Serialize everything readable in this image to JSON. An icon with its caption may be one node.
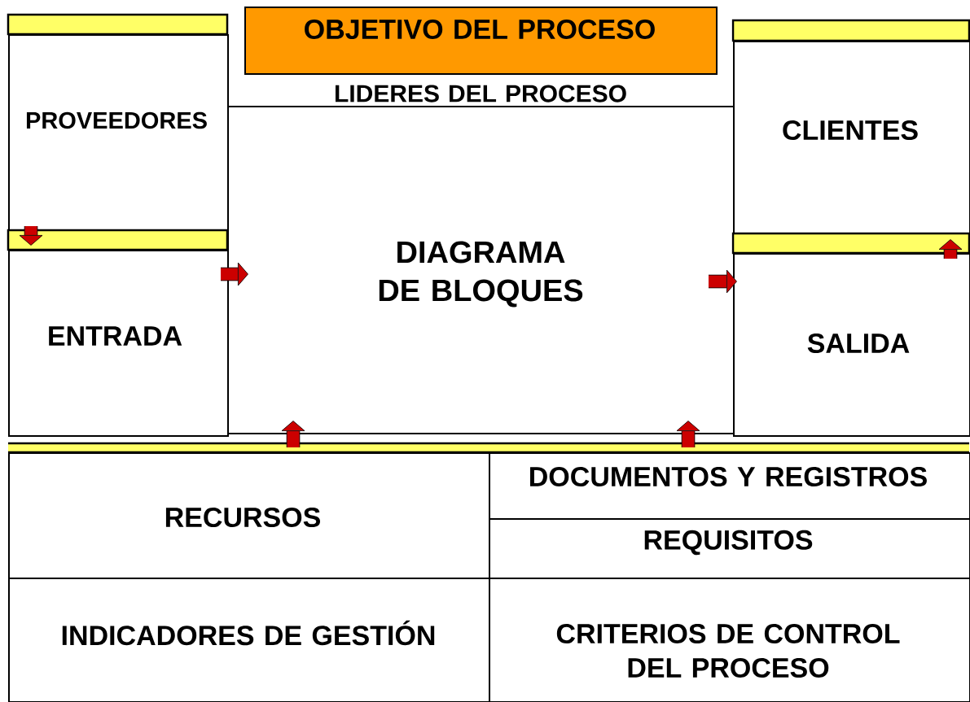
{
  "diagram": {
    "nodes": [
      {
        "text": [
          "PROVEEDORES"
        ]
      },
      {
        "text": [
          "ENTRADA"
        ]
      },
      {
        "text": [
          "OBJETIVO DEL PROCESO"
        ]
      },
      {
        "text": [
          "LIDERES DEL PROCESO",
          "DIAGRAMA DE BLOQUES"
        ]
      },
      {
        "text": [
          "CLIENTES"
        ]
      },
      {
        "text": [
          "SALIDA"
        ]
      },
      {
        "text": [
          "RECURSOS"
        ]
      },
      {
        "text": [
          "DOCUMENTOS Y REGISTROS"
        ]
      },
      {
        "text": [
          "REQUISITOS"
        ]
      },
      {
        "text": [
          "INDICADORES DE GESTIÓN"
        ]
      },
      {
        "text": [
          "CRITERIOS DE CONTROL DEL PROCESO"
        ]
      }
    ],
    "edges": [
      {
        "from": 0,
        "to": 1,
        "arrow": "to"
      },
      {
        "from": 1,
        "to": 3,
        "arrow": "to"
      },
      {
        "from": 3,
        "to": 5,
        "arrow": "to"
      },
      {
        "from": 5,
        "to": 4,
        "arrow": "to"
      },
      {
        "from": 6,
        "to": 3,
        "arrow": "to"
      },
      {
        "from": 7,
        "to": 3,
        "arrow": "to"
      }
    ]
  }
}
